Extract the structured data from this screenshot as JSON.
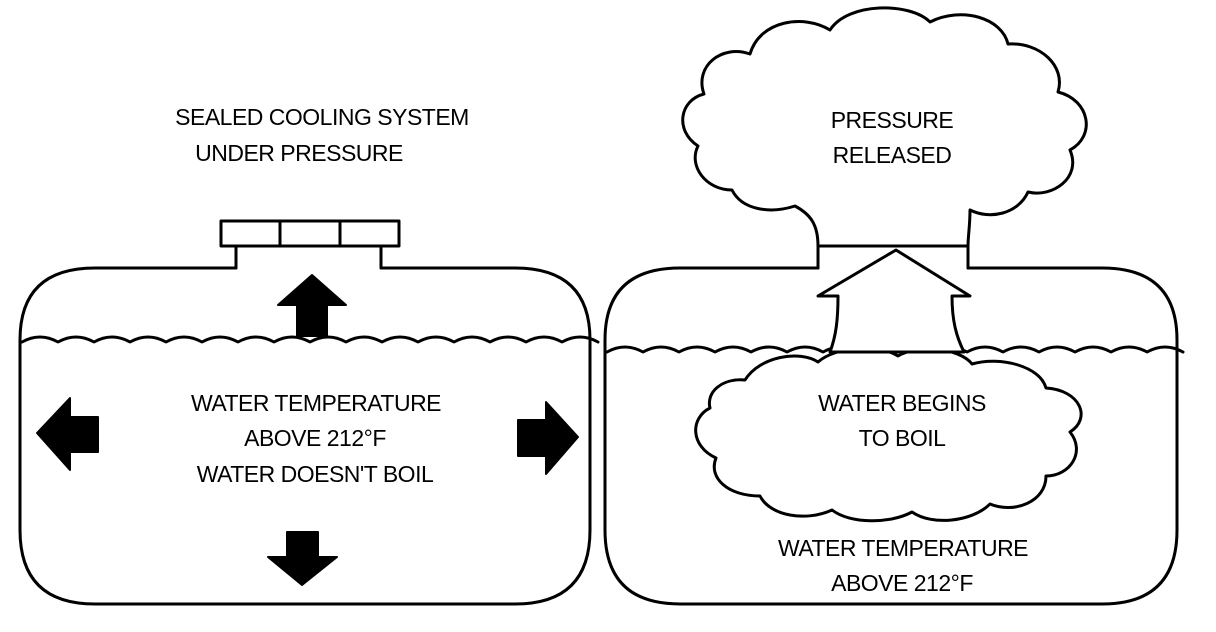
{
  "left_panel": {
    "title_line1": "SEALED COOLING SYSTEM",
    "title_line2": "UNDER PRESSURE",
    "body_line1": "WATER TEMPERATURE",
    "body_line2": "ABOVE 212°F",
    "body_line3": "WATER DOESN'T BOIL"
  },
  "right_panel": {
    "cloud_line1": "PRESSURE",
    "cloud_line2": "RELEASED",
    "boil_line1": "WATER BEGINS",
    "boil_line2": "TO BOIL",
    "temp_line1": "WATER TEMPERATURE",
    "temp_line2": "ABOVE 212°F"
  }
}
